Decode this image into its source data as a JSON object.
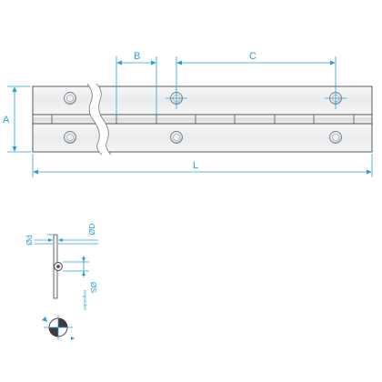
{
  "drawing": {
    "dimensions": {
      "A": "A",
      "B": "B",
      "C": "C",
      "L": "L",
      "d": "Ød",
      "D": "ØD",
      "S": "ØS",
      "sub_note": "Gegenüber"
    },
    "colors": {
      "dimension": "#2b9fd8",
      "part_fill": "#f1f2f3",
      "part_edge": "#4a4a4a",
      "hole_ring": "#8c8c8c"
    }
  }
}
